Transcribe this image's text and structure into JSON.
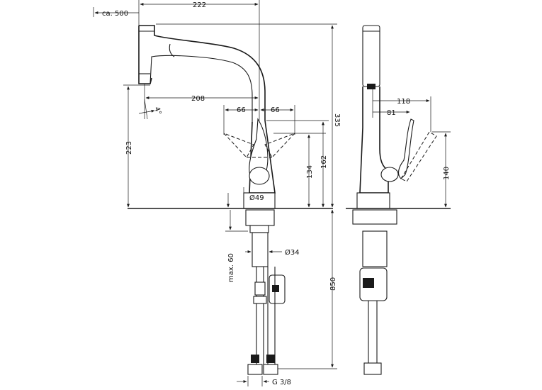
{
  "dimensions": {
    "reach_pullout": "ca. 500",
    "spout_projection": "222",
    "spout_reach": "208",
    "swivel_left": "66",
    "swivel_right": "66",
    "height_total": "335",
    "height_outlet": "223",
    "lever_height_a": "134",
    "lever_height_b": "162",
    "base_diameter": "Ø49",
    "spray_angle": "4°",
    "side_depth_a": "118",
    "side_depth_b": "81",
    "side_lever_height": "140",
    "max_thickness": "max. 60",
    "shank_diameter": "Ø34",
    "hose_length": "850",
    "connection": "G 3/8"
  },
  "colors": {
    "line": "#1a1a1a",
    "background": "#ffffff"
  }
}
